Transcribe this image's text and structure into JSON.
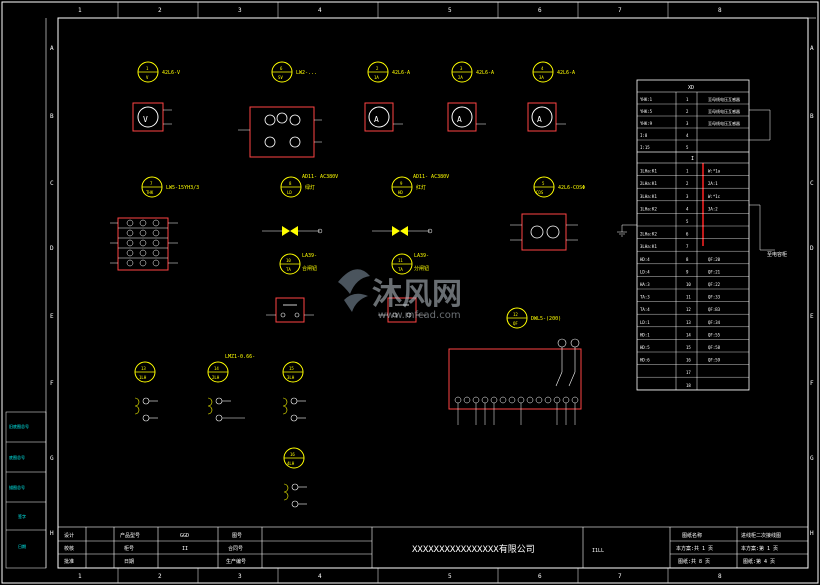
{
  "colors": {
    "frame": "#ffffff",
    "symbol": "#ffff00",
    "device": "#ff3333",
    "text_cyan": "#00ffff",
    "terminal_red": "#cc0000"
  },
  "border": {
    "columns": [
      "1",
      "2",
      "3",
      "4",
      "5",
      "6",
      "7",
      "8"
    ],
    "rows": [
      "A",
      "B",
      "C",
      "D",
      "E",
      "F",
      "G",
      "H"
    ]
  },
  "left_strip": [
    "旧底图总号",
    "底图总号",
    "描图总号",
    "签字",
    "日期"
  ],
  "devices": {
    "v": {
      "num": "1",
      "code": "V",
      "model": "42L6-V",
      "glyph": "V"
    },
    "sw": {
      "num": "6",
      "code": "SV",
      "model": "LW2-...",
      "glyph": ""
    },
    "a1": {
      "num": "2",
      "code": "1A",
      "model": "42L6-A",
      "glyph": "A"
    },
    "a2": {
      "num": "3",
      "code": "2A",
      "model": "42L6-A",
      "glyph": "A"
    },
    "a3": {
      "num": "4",
      "code": "3A",
      "model": "42L6-A",
      "glyph": "A"
    },
    "tm": {
      "num": "7",
      "code": "THK",
      "model": "LW5-15YH3/3"
    },
    "l1": {
      "num": "8",
      "code": "LD",
      "model": "AD11- AC380V",
      "note": "绿灯"
    },
    "l2": {
      "num": "9",
      "code": "HD",
      "model": "AD11- AC380V",
      "note": "红灯"
    },
    "cos": {
      "num": "5",
      "code": "COS",
      "model": "42L6-COSΦ"
    },
    "ta": {
      "num": "10",
      "code": "TA",
      "model": "LA39-",
      "note": "合闸钮"
    },
    "tb": {
      "num": "11",
      "code": "TA",
      "model": "LA39-",
      "note": "分闸钮"
    },
    "qf": {
      "num": "12",
      "code": "QF",
      "model": "DWL5-(200)"
    },
    "lh1": {
      "num": "13",
      "code": "1LH"
    },
    "lh2": {
      "num": "14",
      "code": "2LH",
      "model": "LMZ1-0.66-"
    },
    "lh3": {
      "num": "15",
      "code": "3LH"
    },
    "lh4": {
      "num": "16",
      "code": "4LH"
    }
  },
  "terminal_block": {
    "title": "XD",
    "top_rows": [
      {
        "left": "YHK:1",
        "num": "1",
        "right": "至母线电压互感器"
      },
      {
        "left": "YHK:5",
        "num": "2",
        "right": "至母线电压互感器"
      },
      {
        "left": "YHK:9",
        "num": "3",
        "right": "至母线电压互感器"
      },
      {
        "left": "I:8",
        "num": "4",
        "right": ""
      },
      {
        "left": "I:15",
        "num": "5",
        "right": ""
      }
    ],
    "section": "I",
    "bottom_rows": [
      {
        "left": "1LHa:K1",
        "num": "1",
        "right": "W:*1a"
      },
      {
        "left": "2LHa:K1",
        "num": "2",
        "right": "2A:1"
      },
      {
        "left": "3LHa:K1",
        "num": "3",
        "right": "W:*1c"
      },
      {
        "left": "1LHa:K2",
        "num": "4",
        "right": "3A:2"
      },
      {
        "left": "",
        "num": "5",
        "right": ""
      },
      {
        "left": "2LHa:K2",
        "num": "6",
        "right": ""
      },
      {
        "left": "3LHa:K1",
        "num": "7",
        "right": ""
      },
      {
        "left": "HD:4",
        "num": "8",
        "right": "QF:20"
      },
      {
        "left": "LD:4",
        "num": "9",
        "right": "QF:21"
      },
      {
        "left": "HA:3",
        "num": "10",
        "right": "QF:22"
      },
      {
        "left": "TA:3",
        "num": "11",
        "right": "QF:33"
      },
      {
        "left": "TA:4",
        "num": "12",
        "right": "QF:B3"
      },
      {
        "left": "LD:1",
        "num": "13",
        "right": "QF:34"
      },
      {
        "left": "HD:1",
        "num": "14",
        "right": "QF:55"
      },
      {
        "left": "HD:5",
        "num": "15",
        "right": "QF:58"
      },
      {
        "left": "HD:6",
        "num": "16",
        "right": "QF:59"
      },
      {
        "left": "",
        "num": "17",
        "right": ""
      },
      {
        "left": "",
        "num": "18",
        "right": ""
      }
    ],
    "side_note": "至电容柜"
  },
  "title_block": {
    "rows": [
      [
        "设计",
        "产品型号",
        "GGD",
        "图号"
      ],
      [
        "校核",
        "柜号",
        "II",
        "合同号"
      ],
      [
        "批准",
        "日期",
        "",
        "生产编号"
      ]
    ],
    "company": "XXXXXXXXXXXXXXXX有限公司",
    "drawing_code": "I1LL",
    "right_rows": [
      [
        "图纸名称",
        "进线柜二次接线图"
      ],
      [
        "本方案:共 1 页",
        "本方案:第 1 页"
      ],
      [
        "图纸:共 8 页",
        "图纸:第 4 页"
      ]
    ]
  },
  "watermark": {
    "brand": "沐风网",
    "url": "www.mfcad.com"
  }
}
